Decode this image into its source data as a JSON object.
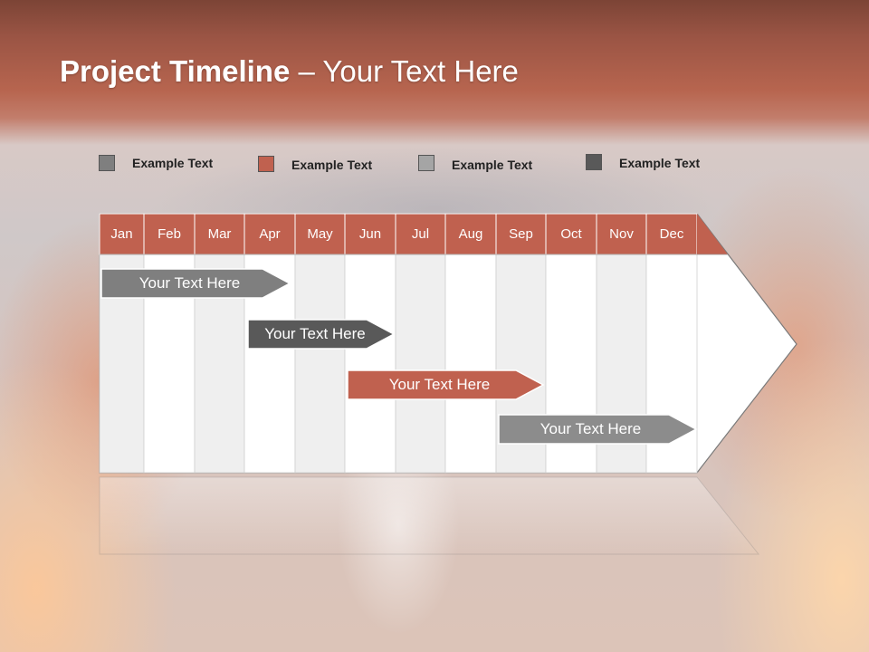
{
  "title": {
    "bold": "Project Timeline",
    "rest": " – Your Text Here"
  },
  "legend": [
    {
      "label": "Example Text",
      "color": "#7f7f7f"
    },
    {
      "label": "Example Text",
      "color": "#c0614f"
    },
    {
      "label": "Example Text",
      "color": "#a5a5a5"
    },
    {
      "label": "Example Text",
      "color": "#595959"
    }
  ],
  "months": [
    "Jan",
    "Feb",
    "Mar",
    "Apr",
    "May",
    "Jun",
    "Jul",
    "Aug",
    "Sep",
    "Oct",
    "Nov",
    "Dec"
  ],
  "tasks": [
    {
      "label": "Your  Text Here",
      "color": "#7f7f7f"
    },
    {
      "label": "Your  Text Here",
      "color": "#595959"
    },
    {
      "label": "Your  Text Here",
      "color": "#c0614f"
    },
    {
      "label": "Your  Text Here",
      "color": "#8c8c8c"
    }
  ],
  "colors": {
    "header": "#c0614f",
    "title": "#ffffff"
  }
}
